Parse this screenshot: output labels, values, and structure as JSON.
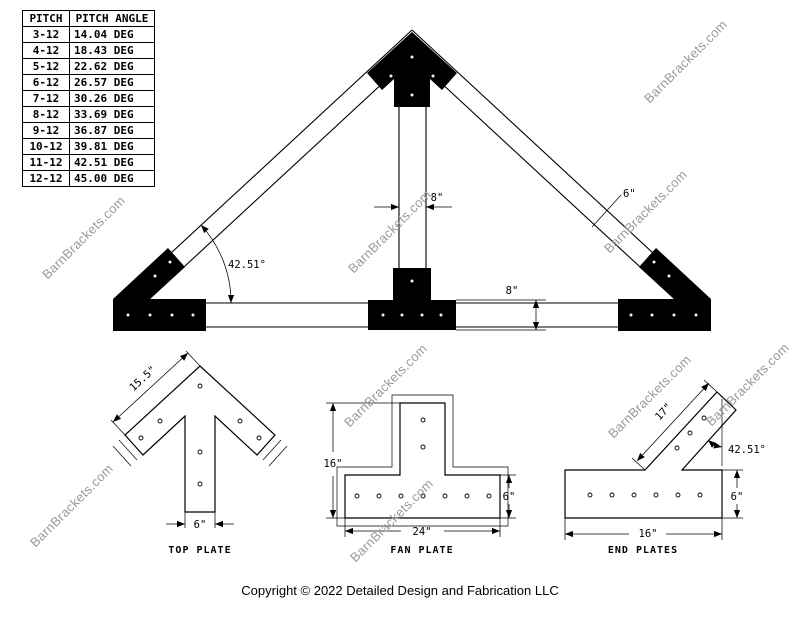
{
  "watermark": {
    "text": "BarnBrackets.com",
    "color": "#999999"
  },
  "copyright": "Copyright © 2022 Detailed Design and Fabrication LLC",
  "pitch_table": {
    "headers": [
      "PITCH",
      "PITCH ANGLE"
    ],
    "rows": [
      [
        "3-12",
        "14.04 DEG"
      ],
      [
        "4-12",
        "18.43 DEG"
      ],
      [
        "5-12",
        "22.62 DEG"
      ],
      [
        "6-12",
        "26.57 DEG"
      ],
      [
        "7-12",
        "30.26 DEG"
      ],
      [
        "8-12",
        "33.69 DEG"
      ],
      [
        "9-12",
        "36.87 DEG"
      ],
      [
        "10-12",
        "39.81 DEG"
      ],
      [
        "11-12",
        "42.51 DEG"
      ],
      [
        "12-12",
        "45.00 DEG"
      ]
    ]
  },
  "truss": {
    "post_width_label": "8\"",
    "rafter_width_label": "6\"",
    "chord_height_label": "8\"",
    "pitch_angle_label": "42.51°"
  },
  "details": {
    "top_plate": {
      "title": "TOP PLATE",
      "edge_length_label": "15.5\"",
      "stem_width_label": "6\""
    },
    "fan_plate": {
      "title": "FAN PLATE",
      "height_label": "16\"",
      "width_label": "24\"",
      "plate_height_label": "6\""
    },
    "end_plates": {
      "title": "END PLATES",
      "arm_length_label": "17\"",
      "angle_label": "42.51°",
      "plate_height_label": "6\"",
      "width_label": "16\""
    }
  }
}
